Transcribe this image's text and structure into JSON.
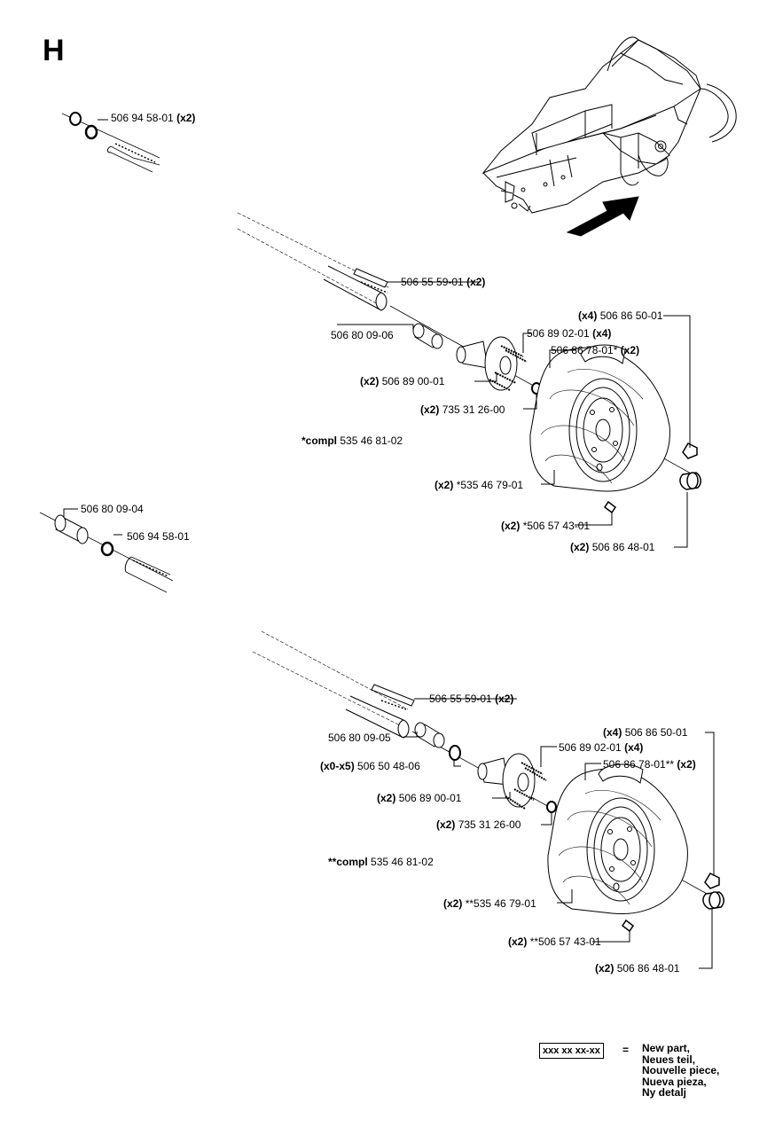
{
  "section_letter": "H",
  "top": {
    "l1": {
      "part": "506 94 58-01",
      "qty": "(x2)"
    },
    "l2": {
      "part": "506 55 59-01",
      "qty": "(x2)"
    },
    "l3": {
      "part": "506 80 09-06",
      "qty": ""
    },
    "l4": {
      "qty": "(x4)",
      "part": "506 86 50-01"
    },
    "l5": {
      "part": "506 89 02-01",
      "qty": "(x4)"
    },
    "l6": {
      "part": "506 86 78-01*",
      "qty": "(x2)"
    },
    "l7": {
      "qty": "(x2)",
      "part": "506 89 00-01"
    },
    "l8": {
      "qty": "(x2)",
      "part": "735 31 26-00"
    },
    "l9": {
      "qty": "*compl",
      "part": "535 46 81-02"
    },
    "l10": {
      "qty": "(x2)",
      "part": "*535 46 79-01"
    },
    "l11": {
      "qty": "(x2)",
      "part": "*506 57 43-01"
    },
    "l12": {
      "qty": "(x2)",
      "part": "506 86 48-01"
    }
  },
  "mid": {
    "l1": {
      "part": "506 80 09-04"
    },
    "l2": {
      "part": "506 94 58-01"
    }
  },
  "bottom": {
    "l1": {
      "part": "506 55 59-01",
      "qty": "(x2)"
    },
    "l2": {
      "part": "506 80 09-05",
      "qty": ""
    },
    "l3": {
      "qty": "(x0-x5)",
      "part": "506 50 48-06"
    },
    "l4": {
      "qty": "(x4)",
      "part": "506 86 50-01"
    },
    "l5": {
      "part": "506 89 02-01",
      "qty": "(x4)"
    },
    "l6": {
      "part": "506 86 78-01**",
      "qty": "(x2)"
    },
    "l7": {
      "qty": "(x2)",
      "part": "506 89 00-01"
    },
    "l8": {
      "qty": "(x2)",
      "part": "735 31 26-00"
    },
    "l9": {
      "qty": "**compl",
      "part": "535 46 81-02"
    },
    "l10": {
      "qty": "(x2)",
      "part": "**535 46 79-01"
    },
    "l11": {
      "qty": "(x2)",
      "part": "**506 57 43-01"
    },
    "l12": {
      "qty": "(x2)",
      "part": "506 86 48-01"
    }
  },
  "legend": {
    "box": "xxx xx xx-xx",
    "eq": "=",
    "line1": "New part,",
    "line2": "Neues teil,",
    "line3": "Nouvelle piece,",
    "line4": "Nueva pieza,",
    "line5": "Ny detalj"
  }
}
